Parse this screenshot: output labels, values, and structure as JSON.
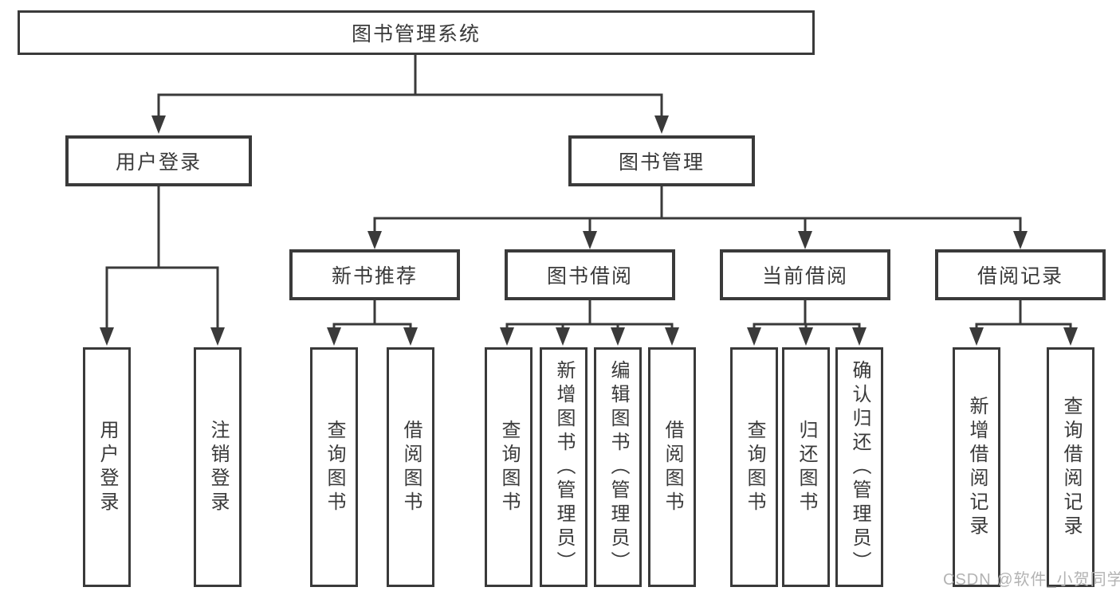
{
  "diagram": {
    "root": {
      "label": "图书管理系统"
    },
    "level2": [
      {
        "label": "用户登录"
      },
      {
        "label": "图书管理"
      }
    ],
    "level3": [
      {
        "label": "新书推荐",
        "parent": "图书管理"
      },
      {
        "label": "图书借阅",
        "parent": "图书管理"
      },
      {
        "label": "当前借阅",
        "parent": "图书管理"
      },
      {
        "label": "借阅记录",
        "parent": "图书管理"
      }
    ],
    "leaves": [
      {
        "label": "用户登录",
        "parent": "用户登录"
      },
      {
        "label": "注销登录",
        "parent": "用户登录"
      },
      {
        "label": "查询图书",
        "parent": "新书推荐"
      },
      {
        "label": "借阅图书",
        "parent": "新书推荐"
      },
      {
        "label": "查询图书",
        "parent": "图书借阅"
      },
      {
        "label": "新增图书（管理员）",
        "parent": "图书借阅"
      },
      {
        "label": "编辑图书（管理员）",
        "parent": "图书借阅"
      },
      {
        "label": "借阅图书",
        "parent": "图书借阅"
      },
      {
        "label": "查询图书",
        "parent": "当前借阅"
      },
      {
        "label": "归还图书",
        "parent": "当前借阅"
      },
      {
        "label": "确认归还（管理员）",
        "parent": "当前借阅"
      },
      {
        "label": "新增借阅记录",
        "parent": "借阅记录"
      },
      {
        "label": "查询借阅记录",
        "parent": "借阅记录"
      }
    ]
  },
  "watermark": {
    "text": "CSDN @软件_小贺同学"
  },
  "colors": {
    "line": "#3a3a3a",
    "text": "#3a3a3a",
    "watermark": "#b3b3b3",
    "background": "#ffffff"
  }
}
